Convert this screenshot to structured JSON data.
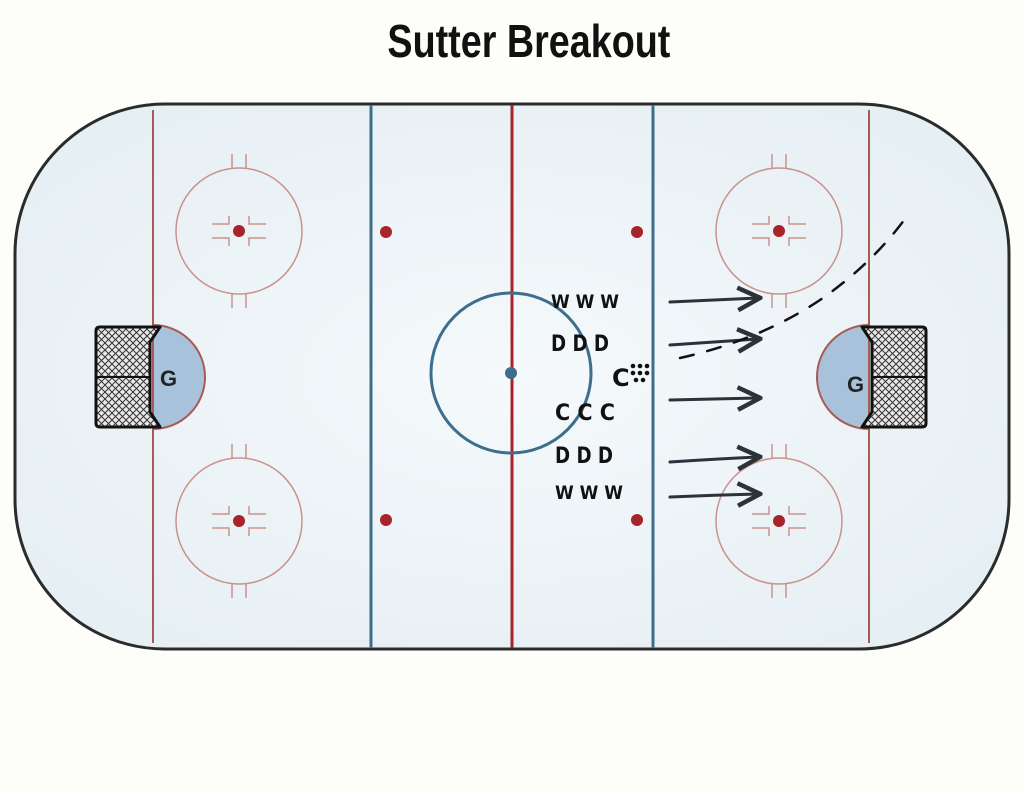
{
  "title": "Sutter Breakout",
  "colors": {
    "ice": "#eaf2f6",
    "board": "#2b2b2b",
    "red_line": "#a8232a",
    "blue_line": "#3d6e8c",
    "goal_line": "#a85a55",
    "crease": "#a9c2dc",
    "circle": "#c9938c"
  },
  "goalies": {
    "left": "G",
    "right": "G"
  },
  "player_rows": [
    {
      "role": "wingers",
      "text": "W W W"
    },
    {
      "role": "defense",
      "text": "D D D"
    },
    {
      "role": "centers",
      "text": "C C C"
    },
    {
      "role": "defense",
      "text": "D D D"
    },
    {
      "role": "wingers",
      "text": "W W W"
    }
  ],
  "coach": {
    "text": "C"
  },
  "arrows": {
    "icon": "right-arrow-icon",
    "count": 5
  },
  "pass_path": {
    "icon": "dashed-pass-line-icon"
  }
}
